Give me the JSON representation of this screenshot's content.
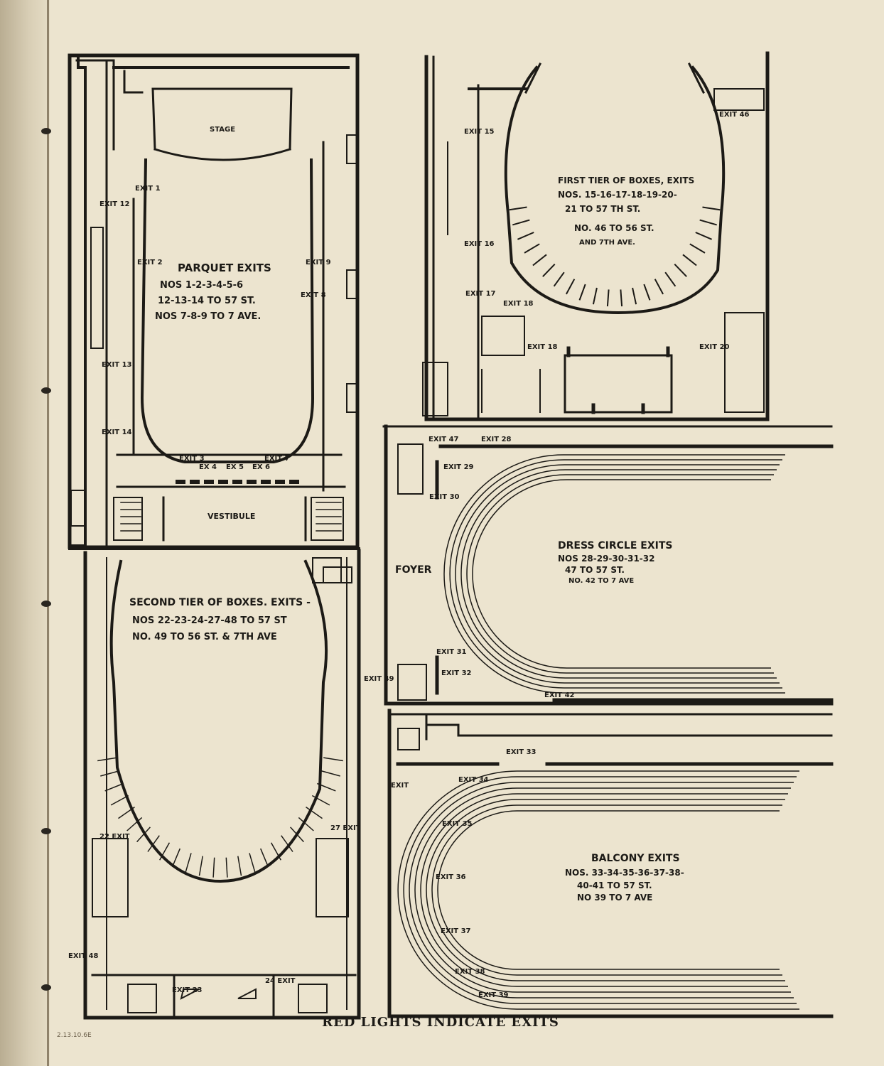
{
  "caption": "RED LIGHTS INDICATE EXITS",
  "archive_note": "2.13.10.6E",
  "colors": {
    "ink": "#1c1a16",
    "paper": "#ece4cf"
  },
  "parquet": {
    "stage": "STAGE",
    "vestibule": "VESTIBULE",
    "title": "PARQUET EXITS",
    "line1": "NOS 1-2-3-4-5-6",
    "line2": "12-13-14 TO 57 ST.",
    "line3": "NOS 7-8-9 TO 7 AVE.",
    "exits": [
      "EXIT 1",
      "EXIT 2",
      "EXIT 9",
      "EXIT 8",
      "EXIT 12",
      "EXIT 13",
      "EXIT 14",
      "EXIT 3",
      "EX 4",
      "EX 5",
      "EX 6",
      "EXIT 7"
    ]
  },
  "first_tier": {
    "title": "FIRST TIER OF BOXES, EXITS",
    "line1": "NOS. 15-16-17-18-19-20-",
    "line2": "21 TO 57 TH ST.",
    "line3": "NO. 46 TO 56 ST.",
    "line4": "AND 7TH AVE.",
    "exits": [
      "EXIT 15",
      "EXIT 16",
      "EXIT 17",
      "EXIT 18",
      "EXIT 18",
      "EXIT 20",
      "EXIT 46"
    ]
  },
  "second_tier": {
    "title": "SECOND TIER OF BOXES. EXITS -",
    "line1": "NOS 22-23-24-27-48 TO 57 ST",
    "line2": "NO. 49 TO 56 ST. & 7TH AVE",
    "exits": [
      "22 EXIT",
      "27 EXIT",
      "EXIT 23",
      "24 EXIT",
      "EXIT 48",
      "EXIT 49"
    ]
  },
  "dress_circle": {
    "foyer": "FOYER",
    "title": "DRESS CIRCLE EXITS",
    "line1": "NOS 28-29-30-31-32",
    "line2": "47 TO 57 ST.",
    "line3": "NO. 42 TO 7 AVE",
    "exits": [
      "EXIT 47",
      "EXIT 28",
      "EXIT 29",
      "EXIT 30",
      "EXIT 31",
      "EXIT 32",
      "EXIT 42"
    ]
  },
  "balcony": {
    "title": "BALCONY EXITS",
    "line1": "NOS. 33-34-35-36-37-38-",
    "line2": "40-41 TO 57 ST.",
    "line3": "NO 39 TO 7 AVE",
    "exits": [
      "EXIT 33",
      "EXIT",
      "EXIT 34",
      "EXIT 35",
      "EXIT 36",
      "EXIT 37",
      "EXIT 38",
      "EXIT 39"
    ]
  }
}
